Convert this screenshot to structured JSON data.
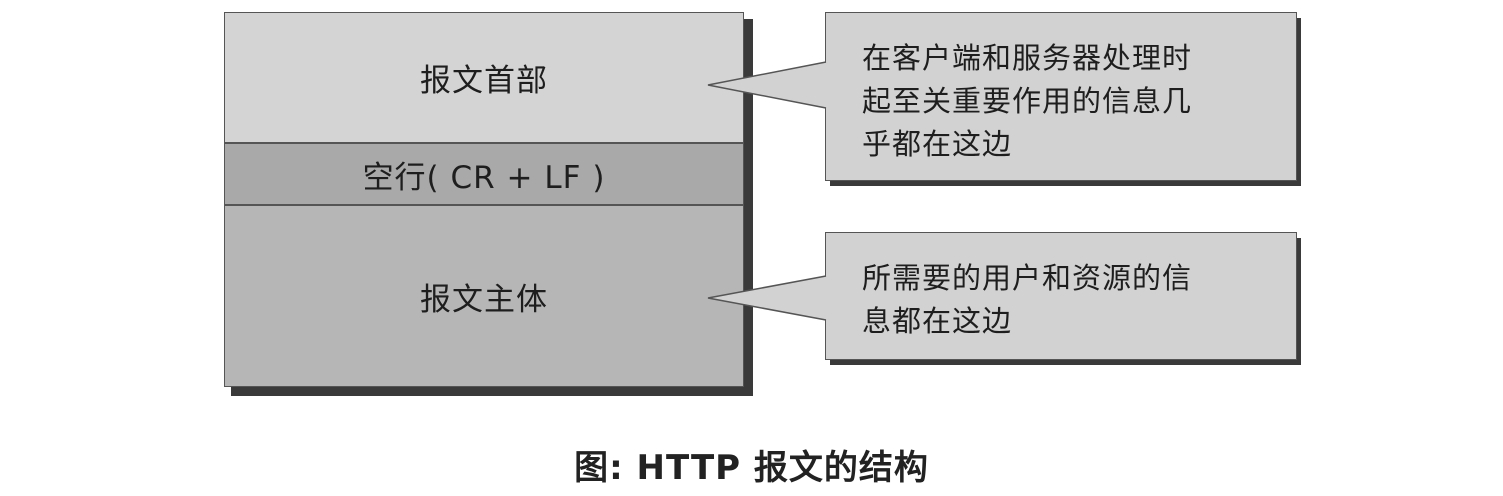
{
  "message_structure": {
    "header_label": "报文首部",
    "blank_line_label": "空行( CR + LF )",
    "body_label": "报文主体"
  },
  "callouts": {
    "header_note": {
      "line1": "在客户端和服务器处理时",
      "line2": "起至关重要作用的信息几",
      "line3": "乎都在这边"
    },
    "body_note": {
      "line1": "所需要的用户和资源的信",
      "line2": "息都在这边"
    }
  },
  "caption": "图: HTTP 报文的结构",
  "colors": {
    "header_fill": "#d4d4d4",
    "blank_line_fill": "#a9a9a9",
    "body_fill": "#b6b6b6",
    "callout_fill": "#d2d2d2",
    "shadow": "#3a3a3a",
    "outline": "#555555"
  }
}
